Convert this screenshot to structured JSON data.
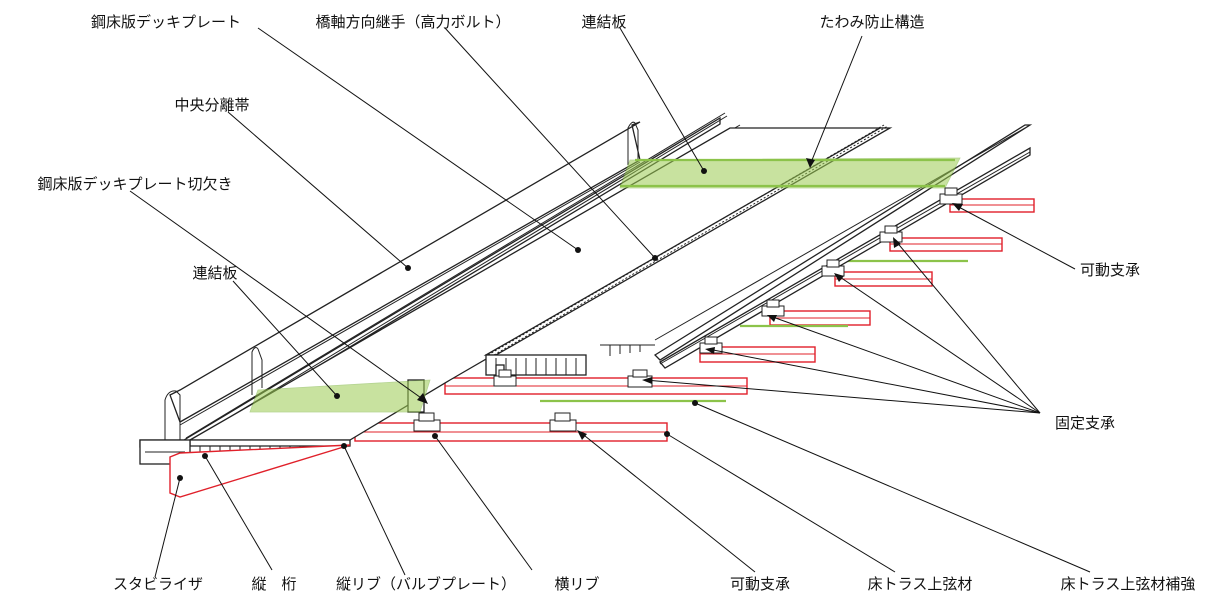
{
  "labels": {
    "steel_deck_plate": "鋼床版デッキプレート",
    "bridge_axis_joint": "橋軸方向継手（高力ボルト）",
    "connecting_plate_top": "連結板",
    "deflection_prevention": "たわみ防止構造",
    "median_strip": "中央分離帯",
    "deck_plate_notch": "鋼床版デッキプレート切欠き",
    "connecting_plate_left": "連結板",
    "movable_bearing_right": "可動支承",
    "fixed_bearing": "固定支承",
    "stabilizer": "スタビライザ",
    "stringer": "縦　桁",
    "longitudinal_rib": "縦リブ（バルブプレート）",
    "transverse_rib": "横リブ",
    "movable_bearing_bottom": "可動支承",
    "floor_truss_upper_chord": "床トラス上弦材",
    "floor_truss_reinforcement": "床トラス上弦材補強"
  },
  "colors": {
    "truss_members": "#e0202a",
    "connecting_plates": "#9ccc52",
    "line": "#111111"
  }
}
